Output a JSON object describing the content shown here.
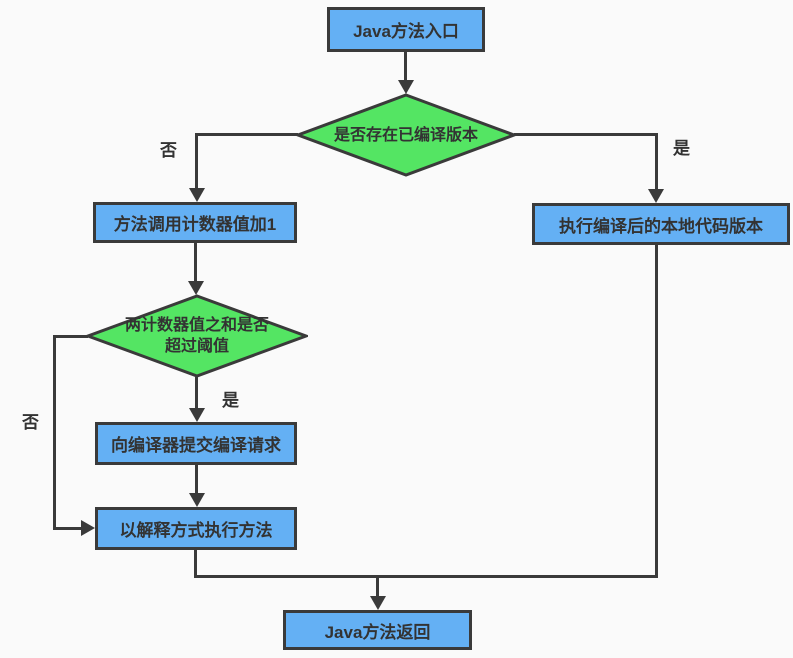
{
  "flowchart": {
    "colors": {
      "process_fill": "#64b0f4",
      "decision_fill": "#54e563",
      "stroke": "#3a3a3a",
      "text": "#333333",
      "background": "#fafafa"
    },
    "nodes": {
      "entry": "Java方法入口",
      "decision_compiled": "是否存在已编译版本",
      "increment_counter": "方法调用计数器值加1",
      "run_native": "执行编译后的本地代码版本",
      "decision_threshold": "两计数器值之和是否\n超过阈值",
      "submit_compile": "向编译器提交编译请求",
      "interpret": "以解释方式执行方法",
      "return": "Java方法返回"
    },
    "edge_labels": {
      "compiled_no": "否",
      "compiled_yes": "是",
      "threshold_yes": "是",
      "threshold_no": "否"
    }
  }
}
